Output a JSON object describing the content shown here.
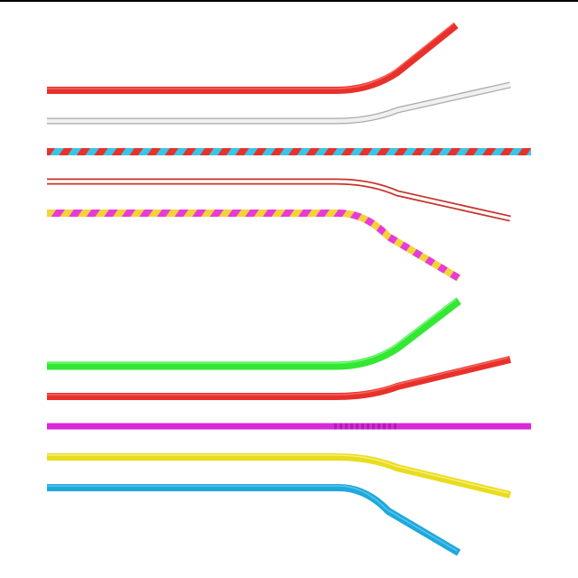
{
  "figure": {
    "background": "#ffffff",
    "frame_color": "#000000",
    "strands": [
      {
        "id": "red-bend-up-steep",
        "style": "solid",
        "colors": [
          "#e8312b"
        ],
        "bend": "up-steep"
      },
      {
        "id": "white-bend-up-slight",
        "style": "solid-light",
        "colors": [
          "#e6e6e6"
        ],
        "bend": "up-slight"
      },
      {
        "id": "red-cyan-straight",
        "style": "twisted",
        "colors": [
          "#e8312b",
          "#38c6e8"
        ],
        "bend": "straight"
      },
      {
        "id": "red-outline-down",
        "style": "hollow",
        "colors": [
          "#c8332b"
        ],
        "bend": "down-slight"
      },
      {
        "id": "magenta-yellow-down",
        "style": "twisted",
        "colors": [
          "#e83ad8",
          "#f2d43a"
        ],
        "bend": "down-steep"
      },
      {
        "id": "green-bend-up-steep",
        "style": "solid",
        "colors": [
          "#33e833"
        ],
        "bend": "up-steep"
      },
      {
        "id": "red-bend-up-slight",
        "style": "solid",
        "colors": [
          "#e8312b"
        ],
        "bend": "up-slight"
      },
      {
        "id": "magenta-straight",
        "style": "solid",
        "colors": [
          "#d82ad8"
        ],
        "bend": "straight"
      },
      {
        "id": "yellow-bend-down",
        "style": "solid",
        "colors": [
          "#e8dc1e"
        ],
        "bend": "down-slight"
      },
      {
        "id": "cyan-bend-down-steep",
        "style": "solid",
        "colors": [
          "#20a8dc"
        ],
        "bend": "down-steep"
      }
    ]
  }
}
